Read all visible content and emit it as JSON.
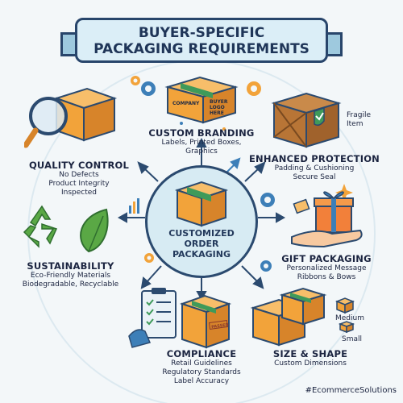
{
  "title": {
    "line1": "BUYER-SPECIFIC",
    "line2": "PACKAGING REQUIREMENTS"
  },
  "center": {
    "line1": "CUSTOMIZED",
    "line2": "ORDER",
    "line3": "PACKAGING"
  },
  "box_logo": {
    "left": "COMPANY",
    "right_line1": "BUYER",
    "right_line2": "LOGO",
    "right_line3": "HERE"
  },
  "sections": {
    "custom_branding": {
      "title": "CUSTOM BRANDING",
      "line1": "Labels, Printed Boxes,",
      "line2": "Graphics"
    },
    "enhanced_protection": {
      "title": "ENHANCED PROTECTION",
      "line1": "Padding & Cushioning",
      "line2": "Secure Seal",
      "tag_line1": "Fragile",
      "tag_line2": "Item"
    },
    "quality_control": {
      "title": "QUALITY CONTROL",
      "line1": "No Defects",
      "line2": "Product Integrity",
      "line3": "Inspected"
    },
    "gift_packaging": {
      "title": "GIFT PACKAGING",
      "line1": "Personalized Message",
      "line2": "Ribbons & Bows"
    },
    "sustainability": {
      "title": "SUSTAINABILITY",
      "line1": "Eco-Friendly Materials",
      "line2": "Biodegradable, Recyclable"
    },
    "compliance": {
      "title": "COMPLIANCE",
      "line1": "Retail Guidelines",
      "line2": "Regulatory Standards",
      "line3": "Label Accuracy",
      "stamp": "PASSED"
    },
    "size_shape": {
      "title": "SIZE & SHAPE",
      "line1": "Custom Dimensions",
      "medium": "Medium",
      "small": "Small"
    }
  },
  "hashtag": "#EcommerceSolutions",
  "colors": {
    "navy": "#28456b",
    "box": "#f2a33a",
    "box_dark": "#d7842a",
    "tape": "#3f9a5a",
    "green": "#5aa845",
    "blue": "#3d7fb8",
    "bg": "#f3f7f9"
  }
}
